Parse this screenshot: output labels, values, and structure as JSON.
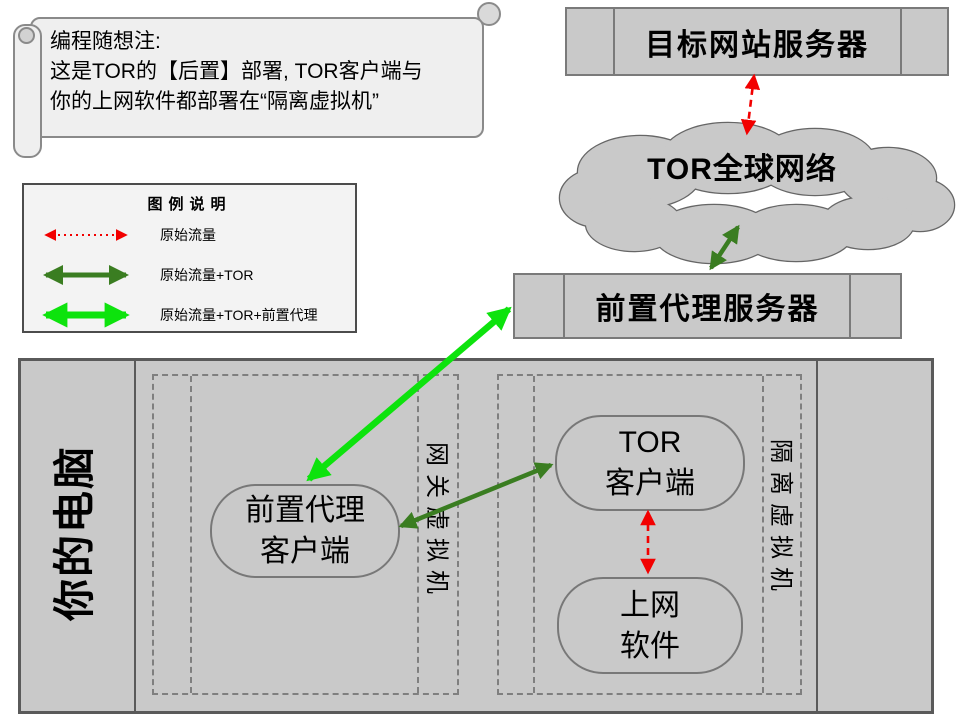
{
  "colors": {
    "red": "#f20000",
    "dark_green": "#3a7d21",
    "bright_green": "#0de30d",
    "box_fill": "#c9c9c9",
    "box_border": "#7a7a7a",
    "outer_border": "#5a5a5a",
    "dash_border": "#7f7f7f",
    "note_fill": "#efefef",
    "legend_fill": "#f3f3f3"
  },
  "note": {
    "lines": [
      "编程随想注:",
      "这是TOR的【后置】部署, TOR客户端与",
      "你的上网软件都部署在“隔离虚拟机”"
    ]
  },
  "legend": {
    "title": "图例说明",
    "items": [
      {
        "label": "原始流量",
        "style": "red-dotted"
      },
      {
        "label": "原始流量+TOR",
        "style": "dark-green"
      },
      {
        "label": "原始流量+TOR+前置代理",
        "style": "bright-green"
      }
    ]
  },
  "nodes": {
    "target_server": {
      "label": "目标网站服务器"
    },
    "tor_network": {
      "label": "TOR全球网络"
    },
    "front_proxy_server": {
      "label": "前置代理服务器"
    },
    "your_computer": {
      "label": "你的电脑"
    },
    "gateway_vm": {
      "label": "网关虚拟机"
    },
    "isolation_vm": {
      "label": "隔离虚拟机"
    },
    "front_proxy_client": {
      "lines": [
        "前置代理",
        "客户端"
      ]
    },
    "tor_client": {
      "lines": [
        "TOR",
        "客户端"
      ]
    },
    "web_software": {
      "lines": [
        "上网",
        "软件"
      ]
    }
  }
}
